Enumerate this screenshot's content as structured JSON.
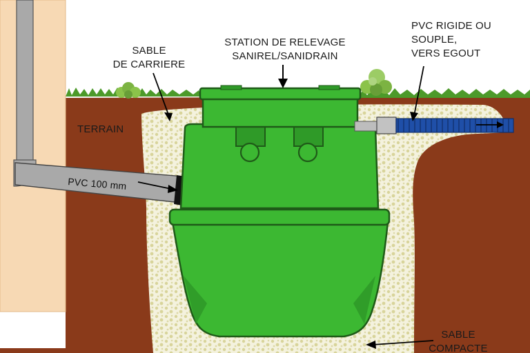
{
  "labels": {
    "station_line1": "STATION DE RELEVAGE",
    "station_line2": "SANIREL/SANIDRAIN",
    "sable_carriere_line1": "SABLE",
    "sable_carriere_line2": "DE CARRIERE",
    "pvc_rigide_line1": "PVC RIGIDE OU",
    "pvc_rigide_line2": "SOUPLE,",
    "pvc_rigide_line3": "VERS EGOUT",
    "terrain": "TERRAIN",
    "pvc_100": "PVC 100 mm",
    "sable_compacte_line1": "SABLE",
    "sable_compacte_line2": "COMPACTE"
  },
  "colors": {
    "soil": "#8a3a1a",
    "sand": "#f4f2de",
    "sand_dots": "#d8d49a",
    "grass": "#4c9a2a",
    "tank_green": "#3cb832",
    "tank_outline": "#1f5a18",
    "wall": "#f7d9b4",
    "pipe_grey": "#a9a9a9",
    "blue_pipe": "#1f4fa8"
  }
}
